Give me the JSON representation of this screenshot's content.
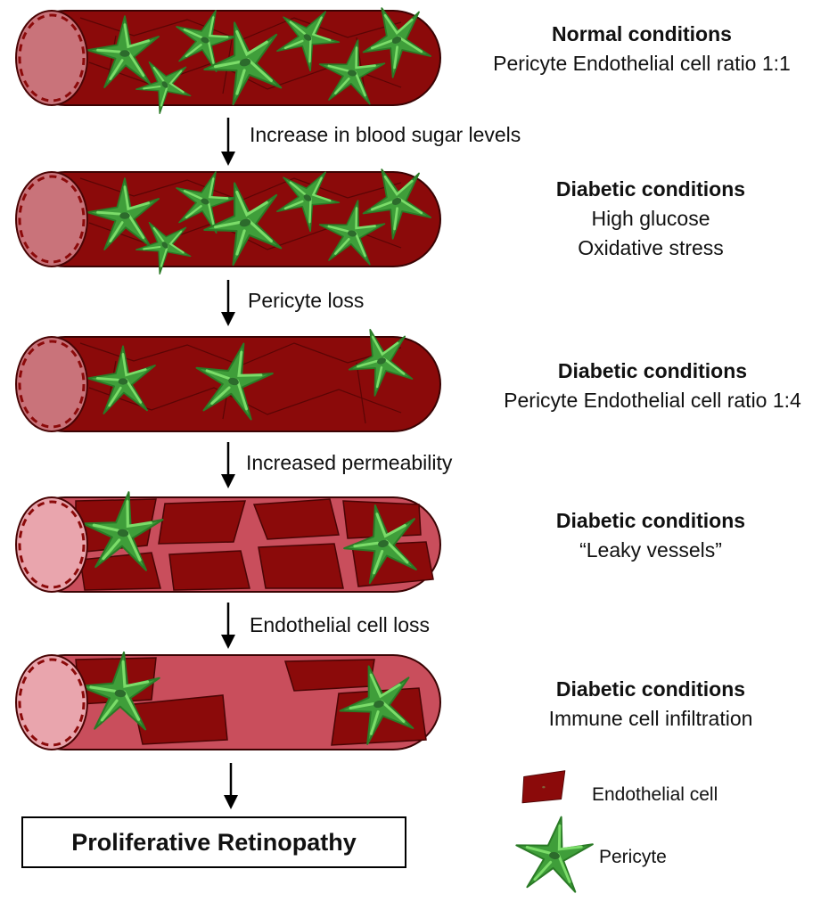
{
  "stages": [
    {
      "title": "Normal conditions",
      "lines": [
        "Pericyte Endothelial cell ratio 1:1"
      ]
    },
    {
      "title": "Diabetic conditions",
      "lines": [
        "High glucose",
        "Oxidative stress"
      ]
    },
    {
      "title": "Diabetic conditions",
      "lines": [
        "Pericyte Endothelial cell ratio 1:4"
      ]
    },
    {
      "title": "Diabetic conditions",
      "lines": [
        "“Leaky vessels”"
      ]
    },
    {
      "title": "Diabetic conditions",
      "lines": [
        "Immune cell infiltration"
      ]
    }
  ],
  "transitions": [
    "Increase in blood sugar levels",
    "Pericyte loss",
    "Increased permeability",
    "Endothelial cell loss"
  ],
  "outcome": "Proliferative Retinopathy",
  "legend": {
    "endothelial_label": "Endothelial cell",
    "pericyte_label": "Pericyte"
  },
  "colors": {
    "vessel": "#8b0a0a",
    "vessel_dark": "#5e0606",
    "lumen": "#c9737a",
    "lumen_light": "#e9a5ad",
    "pink_wall": "#c94e5c",
    "pericyte": "#3f9e3a",
    "pericyte_light": "#6fd35f"
  }
}
